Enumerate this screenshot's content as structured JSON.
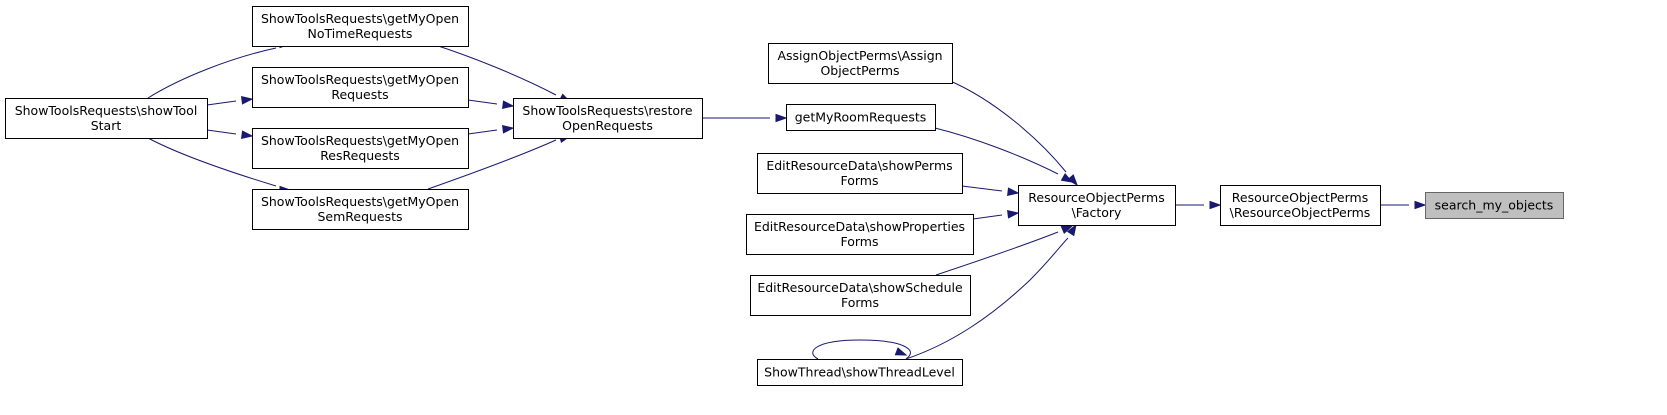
{
  "graph": {
    "nodes": {
      "showToolStart": [
        "ShowToolsRequests\\showTool",
        "Start"
      ],
      "getMyOpenNoTime": [
        "ShowToolsRequests\\getMyOpen",
        "NoTimeRequests"
      ],
      "getMyOpenRequests": [
        "ShowToolsRequests\\getMyOpen",
        "Requests"
      ],
      "getMyOpenRes": [
        "ShowToolsRequests\\getMyOpen",
        "ResRequests"
      ],
      "getMyOpenSem": [
        "ShowToolsRequests\\getMyOpen",
        "SemRequests"
      ],
      "restoreOpen": [
        "ShowToolsRequests\\restore",
        "OpenRequests"
      ],
      "assignObjectPerms": [
        "AssignObjectPerms\\Assign",
        "ObjectPerms"
      ],
      "getMyRoomRequests": [
        "getMyRoomRequests"
      ],
      "showPermsForms": [
        "EditResourceData\\showPerms",
        "Forms"
      ],
      "showPropertiesForms": [
        "EditResourceData\\showProperties",
        "Forms"
      ],
      "showScheduleForms": [
        "EditResourceData\\showSchedule",
        "Forms"
      ],
      "showThreadLevel": [
        "ShowThread\\showThreadLevel"
      ],
      "factory": [
        "ResourceObjectPerms",
        "\\Factory"
      ],
      "resourceObjectPerms": [
        "ResourceObjectPerms",
        "\\ResourceObjectPerms"
      ],
      "searchMyObjects": [
        "search_my_objects"
      ]
    },
    "focus_node": "searchMyObjects",
    "edges": [
      [
        "showToolStart",
        "getMyOpenNoTime"
      ],
      [
        "showToolStart",
        "getMyOpenRequests"
      ],
      [
        "showToolStart",
        "getMyOpenRes"
      ],
      [
        "showToolStart",
        "getMyOpenSem"
      ],
      [
        "getMyOpenNoTime",
        "restoreOpen"
      ],
      [
        "getMyOpenRequests",
        "restoreOpen"
      ],
      [
        "getMyOpenRes",
        "restoreOpen"
      ],
      [
        "getMyOpenSem",
        "restoreOpen"
      ],
      [
        "restoreOpen",
        "getMyRoomRequests"
      ],
      [
        "assignObjectPerms",
        "factory"
      ],
      [
        "getMyRoomRequests",
        "factory"
      ],
      [
        "showPermsForms",
        "factory"
      ],
      [
        "showPropertiesForms",
        "factory"
      ],
      [
        "showScheduleForms",
        "factory"
      ],
      [
        "showThreadLevel",
        "factory"
      ],
      [
        "showThreadLevel",
        "showThreadLevel"
      ],
      [
        "factory",
        "resourceObjectPerms"
      ],
      [
        "resourceObjectPerms",
        "searchMyObjects"
      ]
    ],
    "colors": {
      "edge": "#191970",
      "node_border": "#000000",
      "focus_fill": "#bfbfbf",
      "focus_border": "#666666"
    }
  }
}
